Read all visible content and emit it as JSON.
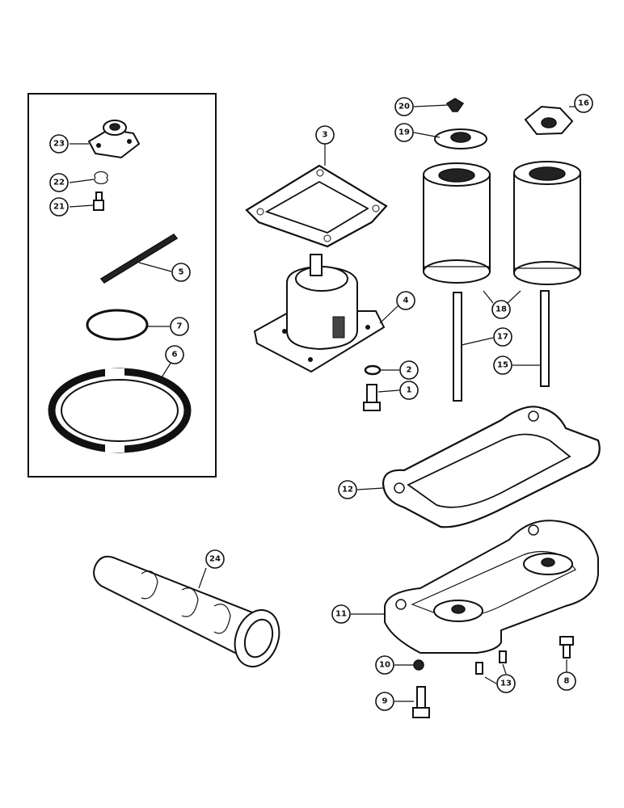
{
  "callouts": [
    {
      "id": "c1",
      "label": "1"
    },
    {
      "id": "c2",
      "label": "2"
    },
    {
      "id": "c3",
      "label": "3"
    },
    {
      "id": "c4",
      "label": "4"
    },
    {
      "id": "c5",
      "label": "5"
    },
    {
      "id": "c6",
      "label": "6"
    },
    {
      "id": "c7",
      "label": "7"
    },
    {
      "id": "c8",
      "label": "8"
    },
    {
      "id": "c9",
      "label": "9"
    },
    {
      "id": "c10",
      "label": "10"
    },
    {
      "id": "c11",
      "label": "11"
    },
    {
      "id": "c12",
      "label": "12"
    },
    {
      "id": "c13",
      "label": "13"
    },
    {
      "id": "c15",
      "label": "15"
    },
    {
      "id": "c16",
      "label": "16"
    },
    {
      "id": "c17",
      "label": "17"
    },
    {
      "id": "c18",
      "label": "18"
    },
    {
      "id": "c19",
      "label": "19"
    },
    {
      "id": "c20",
      "label": "20"
    },
    {
      "id": "c21",
      "label": "21"
    },
    {
      "id": "c22",
      "label": "22"
    },
    {
      "id": "c23",
      "label": "23"
    },
    {
      "id": "c24",
      "label": "24"
    }
  ]
}
